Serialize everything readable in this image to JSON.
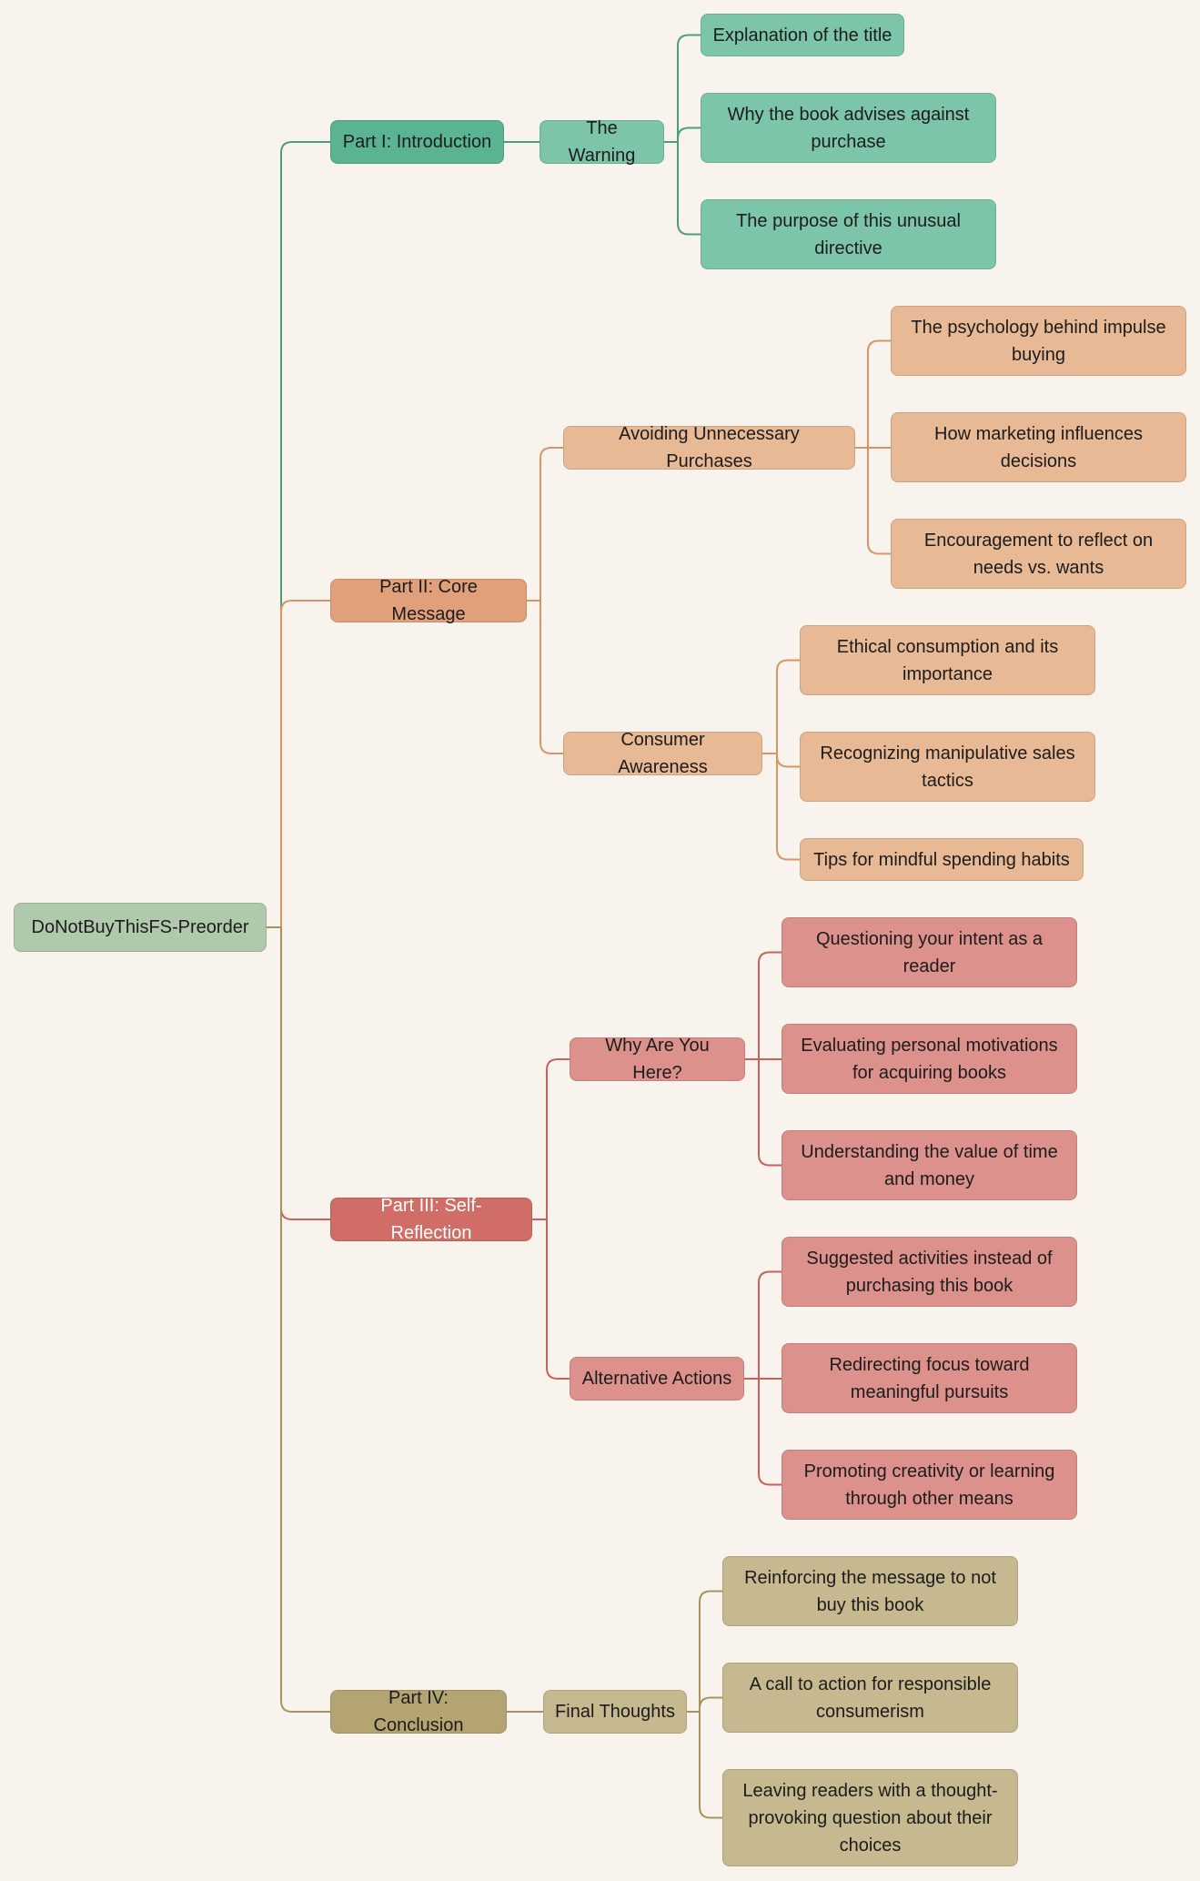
{
  "colors": {
    "background": "#f8f4ed",
    "root": "#b0c8ac",
    "green_dark": "#5ab391",
    "green_light": "#7dc5a8",
    "green_line": "#4a9e7c",
    "orange_dark": "#e2a07a",
    "orange_light": "#e8b995",
    "orange_line": "#d89466",
    "red_dark": "#cf6d66",
    "red_light": "#dd918c",
    "red_line": "#c9615a",
    "olive_dark": "#b4a472",
    "olive_light": "#c6b98f",
    "olive_line": "#a8935e"
  },
  "root": {
    "label": "DoNotBuyThisFS-Preorder"
  },
  "branches": [
    {
      "label": "Part I: Introduction",
      "children": [
        {
          "label": "The Warning",
          "children": [
            "Explanation of the title",
            "Why the book advises against purchase",
            "The purpose of this unusual directive"
          ]
        }
      ]
    },
    {
      "label": "Part II: Core Message",
      "children": [
        {
          "label": "Avoiding Unnecessary Purchases",
          "children": [
            "The psychology behind impulse buying",
            "How marketing influences decisions",
            "Encouragement to reflect on needs vs. wants"
          ]
        },
        {
          "label": "Consumer Awareness",
          "children": [
            "Ethical consumption and its importance",
            "Recognizing manipulative sales tactics",
            "Tips for mindful spending habits"
          ]
        }
      ]
    },
    {
      "label": "Part III: Self-Reflection",
      "children": [
        {
          "label": "Why Are You Here?",
          "children": [
            "Questioning your intent as a reader",
            "Evaluating personal motivations for acquiring books",
            "Understanding the value of time and money"
          ]
        },
        {
          "label": "Alternative Actions",
          "children": [
            "Suggested activities instead of purchasing this book",
            "Redirecting focus toward meaningful pursuits",
            "Promoting creativity or learning through other means"
          ]
        }
      ]
    },
    {
      "label": "Part IV: Conclusion",
      "children": [
        {
          "label": "Final Thoughts",
          "children": [
            "Reinforcing the message to not buy this book",
            "A call to action for responsible consumerism",
            "Leaving readers with a thought-provoking question about their choices"
          ]
        }
      ]
    }
  ]
}
